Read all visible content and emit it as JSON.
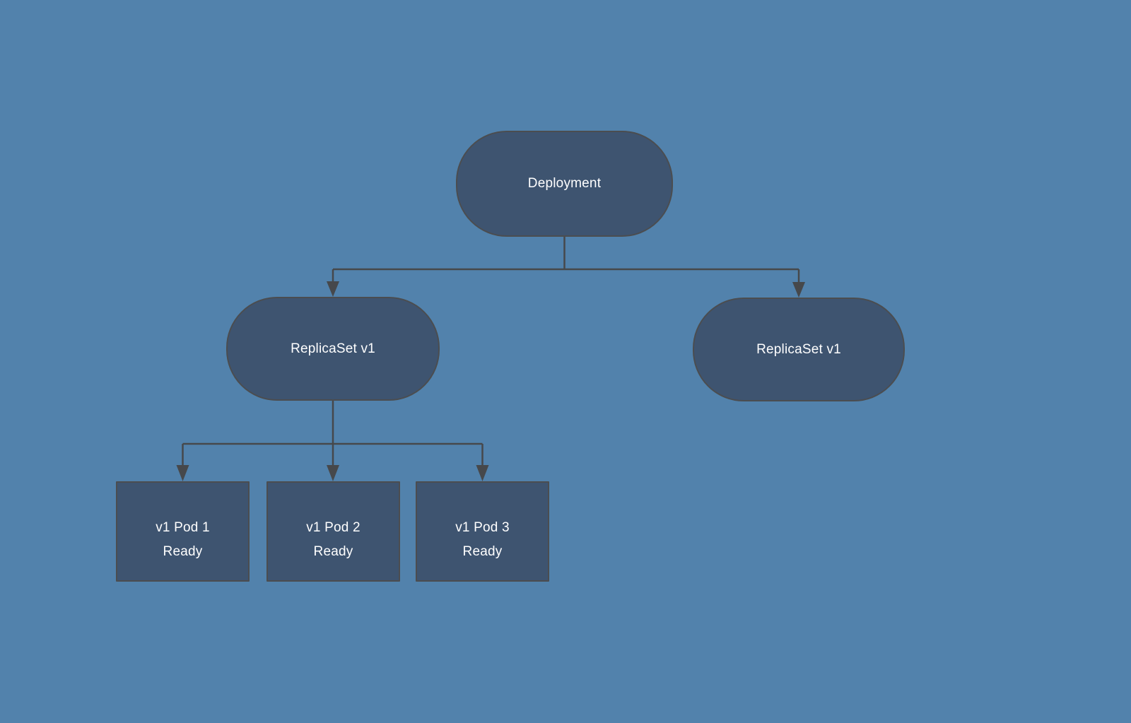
{
  "diagram": {
    "type": "flowchart",
    "background_color": "#5282ac",
    "node_fill_color": "#3e5470",
    "node_border_color": "#4b4d50",
    "connector_color": "#46484b",
    "text_color": "#ffffff",
    "nodes": {
      "deployment": {
        "label": "Deployment",
        "shape": "rounded-pill"
      },
      "replicaset_left": {
        "label": "ReplicaSet v1",
        "shape": "rounded-pill"
      },
      "replicaset_right": {
        "label": "ReplicaSet v1",
        "shape": "rounded-pill"
      },
      "pod1": {
        "title": "v1 Pod 1",
        "status": "Ready",
        "shape": "rectangle"
      },
      "pod2": {
        "title": "v1 Pod 2",
        "status": "Ready",
        "shape": "rectangle"
      },
      "pod3": {
        "title": "v1 Pod 3",
        "status": "Ready",
        "shape": "rectangle"
      }
    },
    "edges": [
      {
        "from": "deployment",
        "to": "replicaset_left",
        "arrow": "filled-triangle"
      },
      {
        "from": "deployment",
        "to": "replicaset_right",
        "arrow": "filled-triangle"
      },
      {
        "from": "replicaset_left",
        "to": "pod1",
        "arrow": "filled-triangle"
      },
      {
        "from": "replicaset_left",
        "to": "pod2",
        "arrow": "filled-triangle"
      },
      {
        "from": "replicaset_left",
        "to": "pod3",
        "arrow": "filled-triangle"
      }
    ]
  }
}
